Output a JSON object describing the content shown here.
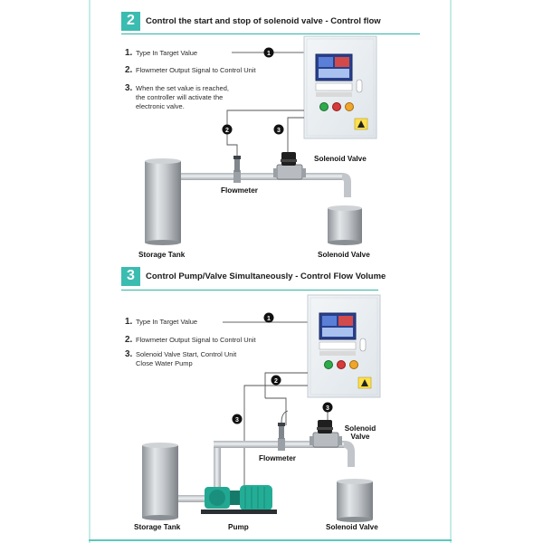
{
  "section2": {
    "badge": "2",
    "title": "Control the start and stop of solenoid valve - Control flow",
    "steps": [
      {
        "num": "1.",
        "text": "Type In Target Value"
      },
      {
        "num": "2.",
        "text": "Flowmeter Output Signal to Control Unit"
      },
      {
        "num": "3.",
        "lines": [
          "When the set value is reached,",
          "the controller will activate the",
          "electronic valve."
        ]
      }
    ],
    "markers": [
      "1",
      "2",
      "3"
    ],
    "labels": {
      "solenoid_valve": "Solenoid Valve",
      "flowmeter": "Flowmeter",
      "storage_tank": "Storage Tank",
      "tank_right": "Solenoid Valve"
    }
  },
  "section3": {
    "badge": "3",
    "title": "Control Pump/Valve Simultaneously - Control Flow Volume",
    "steps": [
      {
        "num": "1.",
        "text": "Type In Target Value"
      },
      {
        "num": "2.",
        "text": "Flowmeter Output Signal to Control Unit"
      },
      {
        "num": "3.",
        "lines": [
          "Solenoid Valve Start,  Control Unit",
          "Close Water Pump"
        ]
      }
    ],
    "markers": [
      "1",
      "2",
      "3",
      "3"
    ],
    "labels": {
      "solenoid_valve_line1": "Solenoid",
      "solenoid_valve_line2": "Valve",
      "flowmeter": "Flowmeter",
      "storage_tank": "Storage Tank",
      "pump": "Pump",
      "tank_right": "Solenoid Valve"
    }
  },
  "colors": {
    "accent": "#3bbcb0",
    "pipe": "#c9cdd1",
    "panel": "#e9eef2",
    "pump": "#1f9e8c"
  }
}
